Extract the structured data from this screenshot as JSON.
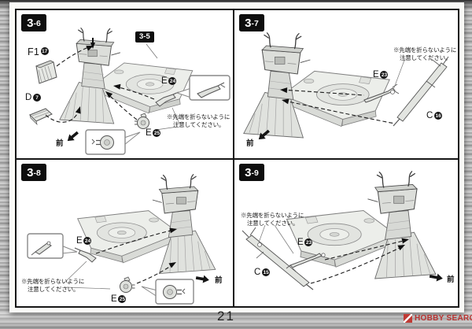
{
  "page": {
    "page_number": "21",
    "watermark": "HOBBY SEARCH",
    "front_label": "前",
    "note": [
      "※先端を折らないように",
      "注意してください。"
    ]
  },
  "panels": [
    {
      "header_main": "3",
      "header_sub": "-6",
      "ref_badge": "3-5",
      "labels": {
        "f1": {
          "letter": "F1",
          "num": "17"
        },
        "d": {
          "letter": "D",
          "num": "7"
        },
        "e_upper": {
          "letter": "E",
          "num": "24"
        },
        "e_lower": {
          "letter": "E",
          "num": "25"
        }
      }
    },
    {
      "header_main": "3",
      "header_sub": "-7",
      "labels": {
        "e": {
          "letter": "E",
          "num": "23"
        },
        "c": {
          "letter": "C",
          "num": "16"
        }
      }
    },
    {
      "header_main": "3",
      "header_sub": "-8",
      "labels": {
        "e_upper": {
          "letter": "E",
          "num": "24"
        },
        "e_lower": {
          "letter": "E",
          "num": "25"
        }
      }
    },
    {
      "header_main": "3",
      "header_sub": "-9",
      "labels": {
        "e": {
          "letter": "E",
          "num": "23"
        },
        "c": {
          "letter": "C",
          "num": "15"
        }
      }
    }
  ]
}
